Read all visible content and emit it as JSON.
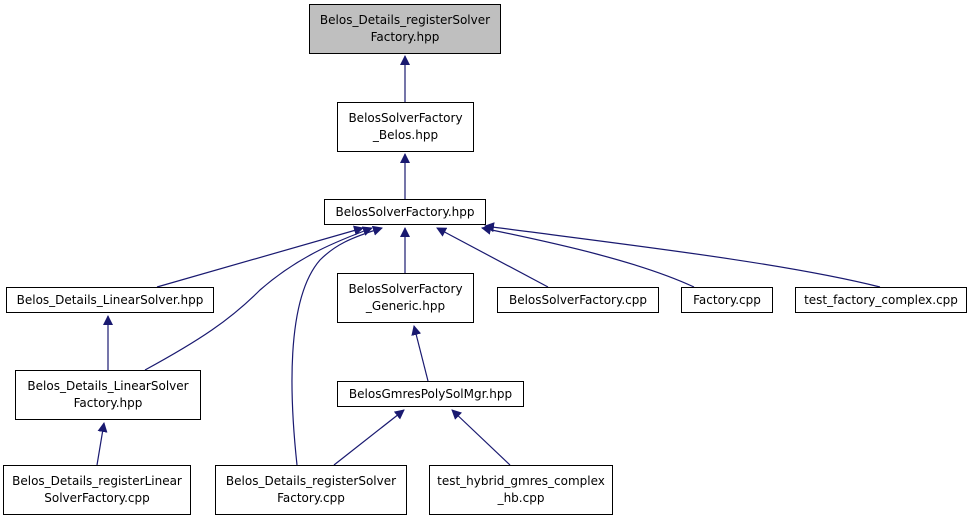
{
  "colors": {
    "edge": "#191970",
    "root_fill": "#bfbfbf",
    "node_fill": "#ffffff",
    "border": "#000000"
  },
  "nodes": [
    {
      "id": "root",
      "label": "Belos_Details_registerSolver\nFactory.hpp",
      "highlight": true
    },
    {
      "id": "bsf_belos",
      "label": "BelosSolverFactory\n_Belos.hpp"
    },
    {
      "id": "bsf",
      "label": "BelosSolverFactory.hpp"
    },
    {
      "id": "linsolver",
      "label": "Belos_Details_LinearSolver.hpp"
    },
    {
      "id": "bsf_generic",
      "label": "BelosSolverFactory\n_Generic.hpp"
    },
    {
      "id": "bsf_cpp",
      "label": "BelosSolverFactory.cpp"
    },
    {
      "id": "factory_cpp",
      "label": "Factory.cpp"
    },
    {
      "id": "test_factory",
      "label": "test_factory_complex.cpp"
    },
    {
      "id": "linsolverfactory",
      "label": "Belos_Details_LinearSolver\nFactory.hpp"
    },
    {
      "id": "gmrespoly",
      "label": "BelosGmresPolySolMgr.hpp"
    },
    {
      "id": "reglinear",
      "label": "Belos_Details_registerLinear\nSolverFactory.cpp"
    },
    {
      "id": "regsolver_cpp",
      "label": "Belos_Details_registerSolver\nFactory.cpp"
    },
    {
      "id": "test_hybrid",
      "label": "test_hybrid_gmres_complex\n_hb.cpp"
    }
  ],
  "edges": [
    {
      "from": "bsf_belos",
      "to": "root"
    },
    {
      "from": "bsf",
      "to": "bsf_belos"
    },
    {
      "from": "linsolver",
      "to": "bsf"
    },
    {
      "from": "linsolverfactory",
      "to": "bsf"
    },
    {
      "from": "regsolver_cpp",
      "to": "bsf"
    },
    {
      "from": "bsf_generic",
      "to": "bsf"
    },
    {
      "from": "bsf_cpp",
      "to": "bsf"
    },
    {
      "from": "factory_cpp",
      "to": "bsf"
    },
    {
      "from": "test_factory",
      "to": "bsf"
    },
    {
      "from": "linsolverfactory",
      "to": "linsolver"
    },
    {
      "from": "gmrespoly",
      "to": "bsf_generic"
    },
    {
      "from": "reglinear",
      "to": "linsolverfactory"
    },
    {
      "from": "regsolver_cpp",
      "to": "gmrespoly"
    },
    {
      "from": "test_hybrid",
      "to": "gmrespoly"
    }
  ]
}
